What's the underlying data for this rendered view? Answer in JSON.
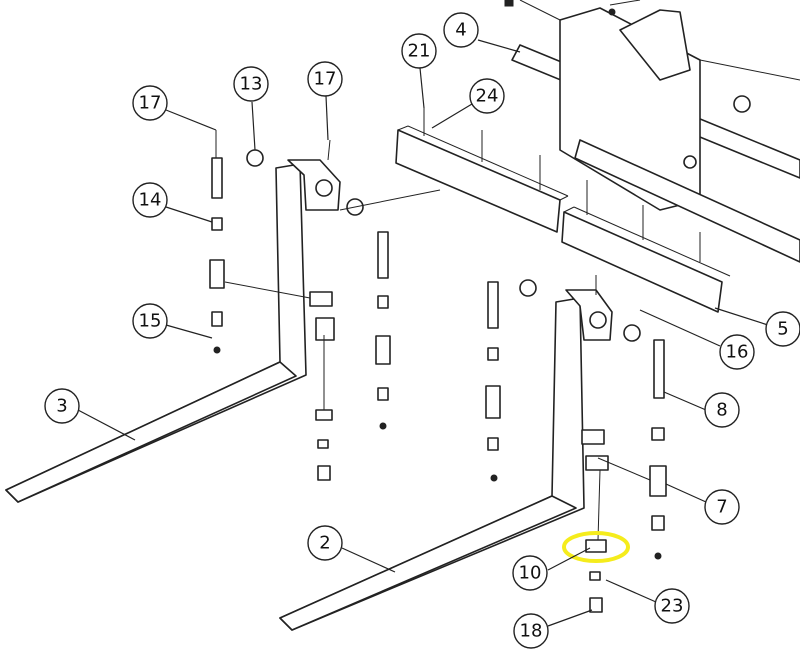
{
  "diagram": {
    "callouts": [
      {
        "label": "21"
      },
      {
        "label": "4"
      },
      {
        "label": "24"
      },
      {
        "label": "17"
      },
      {
        "label": "13"
      },
      {
        "label": "17"
      },
      {
        "label": "14"
      },
      {
        "label": "15"
      },
      {
        "label": "3"
      },
      {
        "label": "5"
      },
      {
        "label": "16"
      },
      {
        "label": "8"
      },
      {
        "label": "7"
      },
      {
        "label": "2"
      },
      {
        "label": "10"
      },
      {
        "label": "23"
      },
      {
        "label": "18"
      }
    ],
    "highlight_color": "#f5ec1c"
  }
}
